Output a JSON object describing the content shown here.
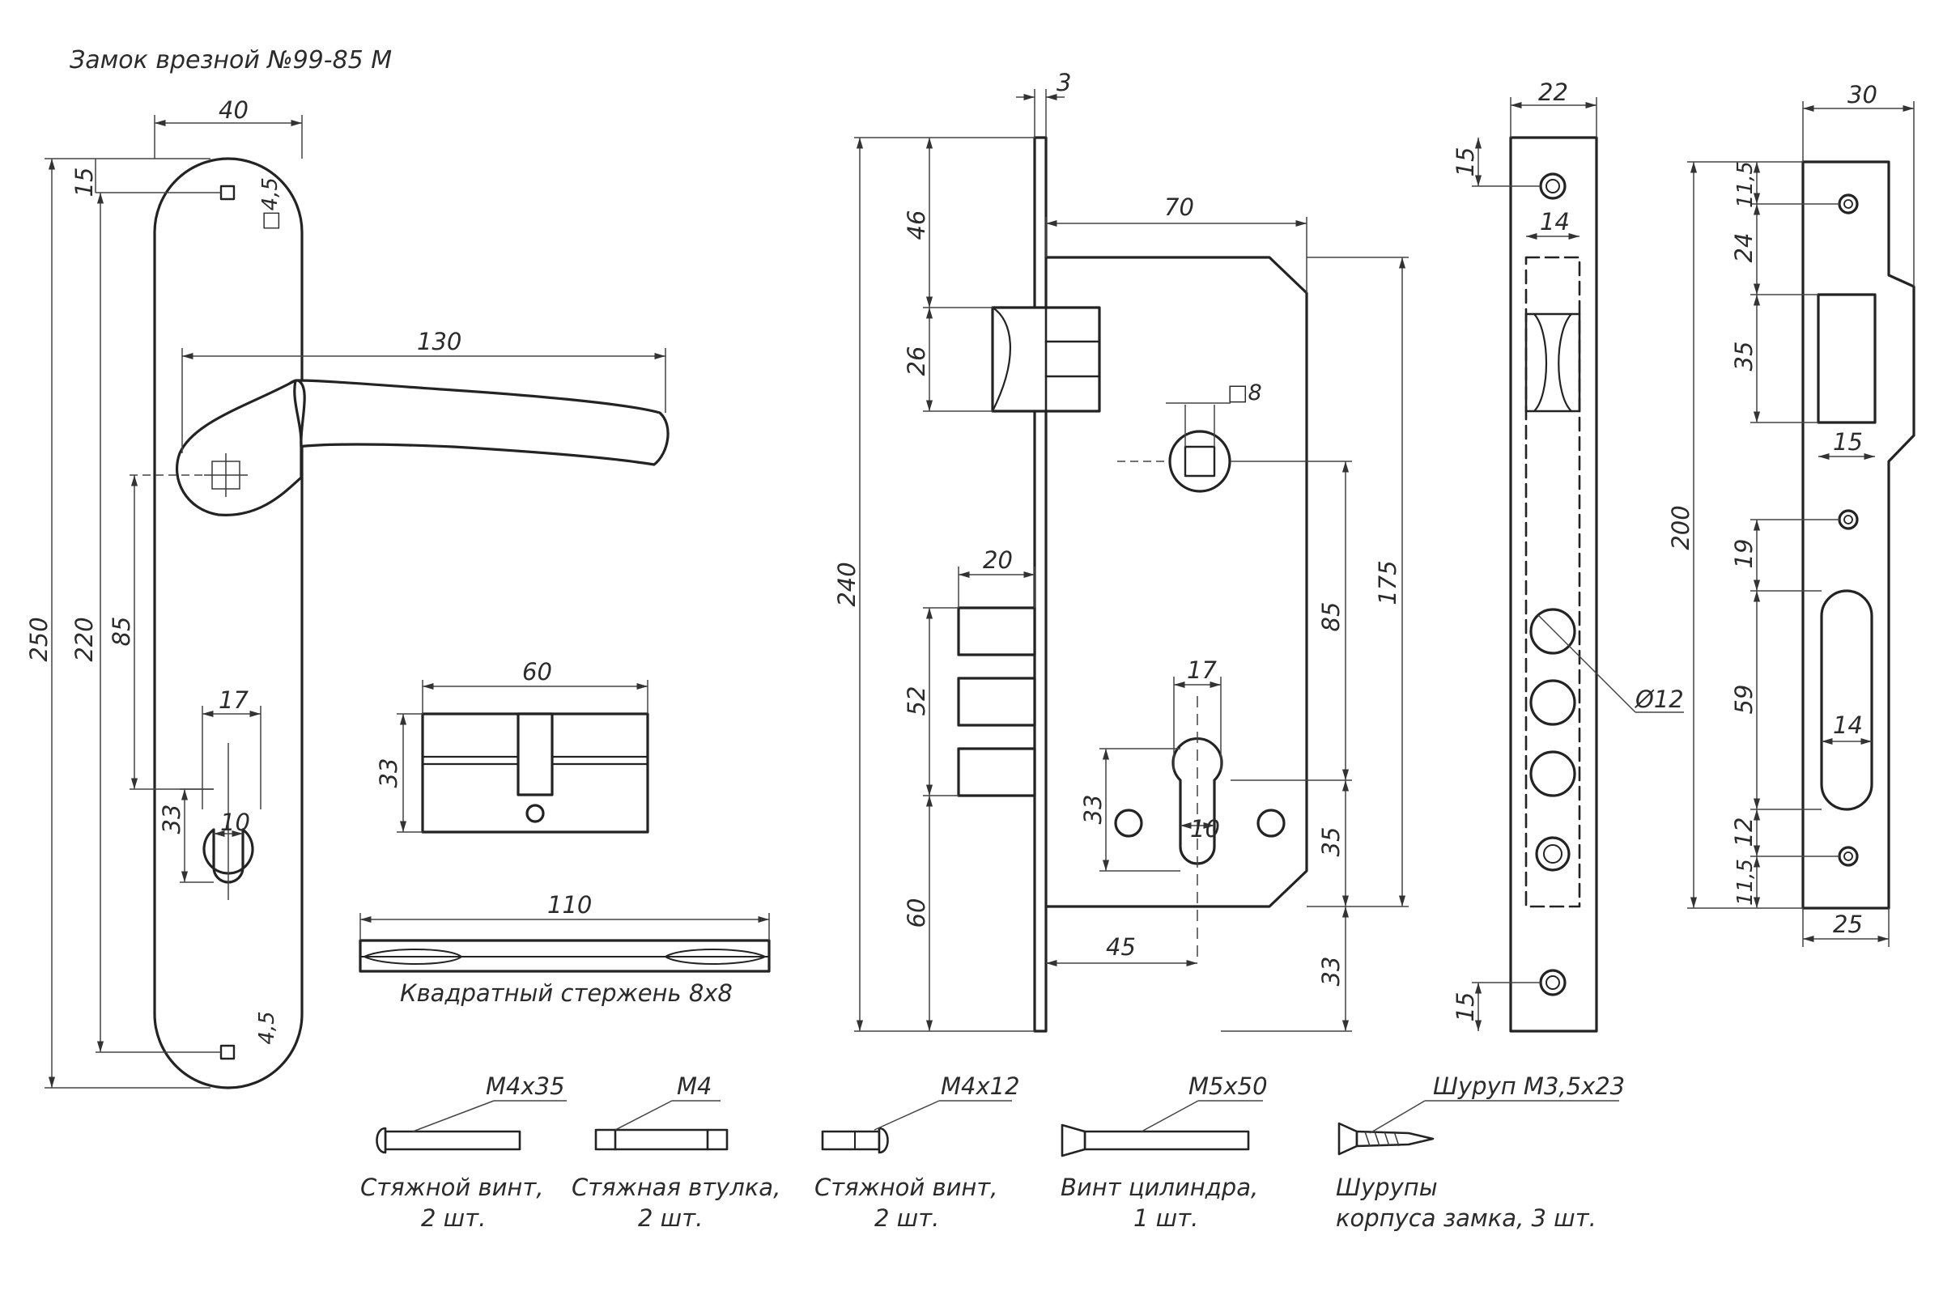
{
  "title": "Замок врезной №99-85 М",
  "handle": {
    "width": "40",
    "total_height": "250",
    "screw_spacing": "220",
    "top_screw_offset": "15",
    "square_hole": "□4,5",
    "bottom_square_hole": "4,5",
    "lever_length": "130",
    "axis_distance": "85",
    "cyl_width": "17",
    "cyl_height": "33",
    "cyl_slot": "10"
  },
  "cylinder": {
    "length": "60",
    "height": "33"
  },
  "spindle": {
    "length": "110",
    "caption": "Квадратный стержень 8x8"
  },
  "lock_body": {
    "faceplate_thickness": "3",
    "case_depth": "70",
    "total_height": "240",
    "top_to_latch": "46",
    "latch_height": "26",
    "square": "□8",
    "bolt_length": "20",
    "bolts_span": "52",
    "bottom_offset": "60",
    "cyl_width": "17",
    "cyl_height": "33",
    "cyl_slot": "10",
    "backset": "45",
    "case_height": "175",
    "handle_to_cyl": "85",
    "cyl_to_case_bottom": "35",
    "cyl_to_bottom": "33"
  },
  "faceplate": {
    "width": "22",
    "inner_width": "14",
    "top_offset": "15",
    "bottom_offset": "15",
    "hole_dia": "Ø12"
  },
  "strike": {
    "width": "30",
    "bottom_width": "25",
    "total_height": "200",
    "d_11_5_top": "11,5",
    "d_24": "24",
    "d_35": "35",
    "latch_slot_width": "15",
    "d_19": "19",
    "d_59": "59",
    "bolt_slot_width": "14",
    "d_12": "12",
    "d_11_5_bottom": "11,5"
  },
  "hardware": [
    {
      "size": "M4x35",
      "caption1": "Стяжной винт,",
      "caption2": "2 шт."
    },
    {
      "size": "M4",
      "caption1": "Стяжная втулка,",
      "caption2": "2 шт."
    },
    {
      "size": "M4x12",
      "caption1": "Стяжной винт,",
      "caption2": "2 шт."
    },
    {
      "size": "M5x50",
      "caption1": "Винт цилиндра,",
      "caption2": "1 шт."
    },
    {
      "size": "Шуруп М3,5x23",
      "caption1": "Шурупы",
      "caption2": "корпуса замка, 3 шт."
    }
  ]
}
